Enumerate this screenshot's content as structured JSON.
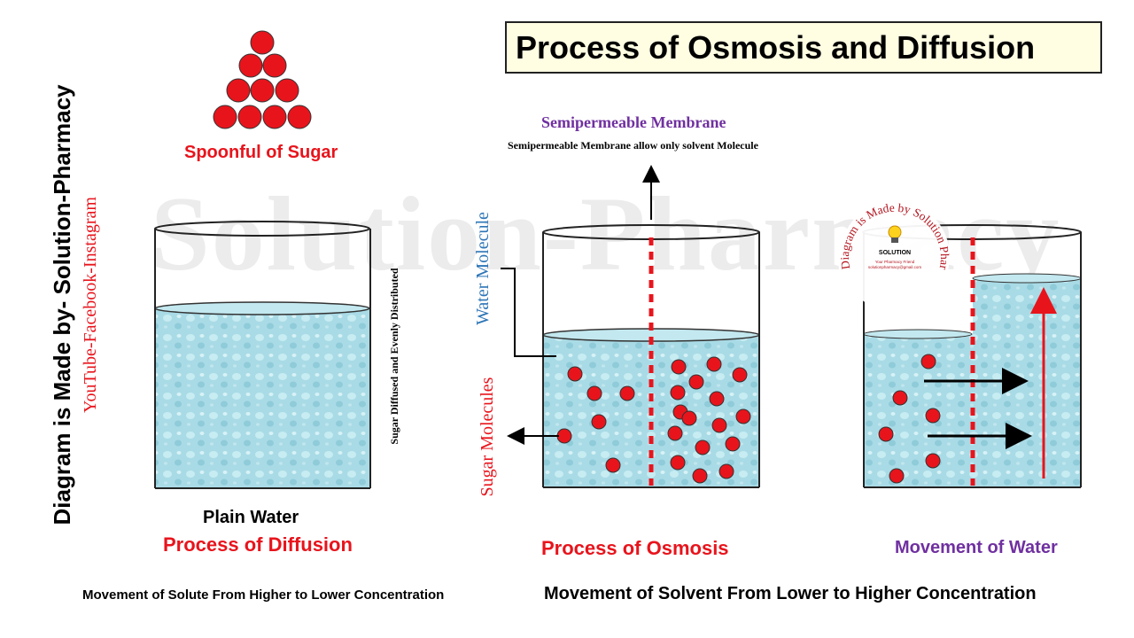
{
  "title": "Process of Osmosis and Diffusion",
  "watermark": "Solution-Pharmacy",
  "credit": {
    "main": "Diagram is Made by- Solution-Pharmacy",
    "social": "YouTube-Facebook-Instagram"
  },
  "diffusion": {
    "sugar_label": "Spoonful of Sugar",
    "side_label": "Sugar Diffused and Evenly Distributed",
    "water_label": "Plain Water",
    "process_label": "Process of Diffusion",
    "caption": "Movement of Solute From Higher to Lower Concentration"
  },
  "osmosis": {
    "membrane_label": "Semipermeable Membrane",
    "membrane_note": "Semipermeable Membrane allow only solvent Molecule",
    "water_molecule_label": "Water Molecule",
    "sugar_molecules_label": "Sugar Molecules",
    "process_label": "Process of Osmosis",
    "movement_label": "Movement of Water",
    "caption": "Movement of Solvent From Lower to Higher Concentration"
  },
  "badge": {
    "ring_text": "Diagram is Made by Solution Pharmacy",
    "center_title": "SOLUTION",
    "center_sub": "Your Pharmacy Friend",
    "center_email": "solutionpharmacy@gmail.com"
  },
  "colors": {
    "red": "#e8141c",
    "purple": "#7030a0",
    "blue_label": "#2e75b6",
    "water": "#a9dbe6",
    "dark_red": "#b4141e"
  }
}
